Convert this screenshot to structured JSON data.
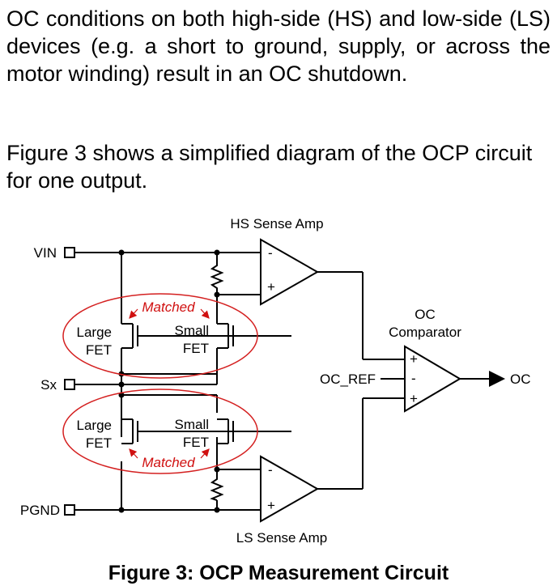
{
  "paragraphs": {
    "p1": "OC conditions on both high-side (HS) and low-side (LS) devices (e.g. a short to ground, supply, or across the motor winding) result in an OC shutdown.",
    "p2": "Figure 3 shows a simplified diagram of the OCP circuit for one output."
  },
  "figure": {
    "hs_amp_label": "HS Sense Amp",
    "ls_amp_label": "LS Sense Amp",
    "vin": "VIN",
    "sx": "Sx",
    "pgnd": "PGND",
    "large": "Large",
    "fet": "FET",
    "small": "Small",
    "matched": "Matched",
    "oc_title_1": "OC",
    "oc_title_2": "Comparator",
    "oc_ref": "OC_REF",
    "oc_out": "OC",
    "minus": "-",
    "plus": "+"
  },
  "caption": "Figure 3: OCP Measurement Circuit"
}
